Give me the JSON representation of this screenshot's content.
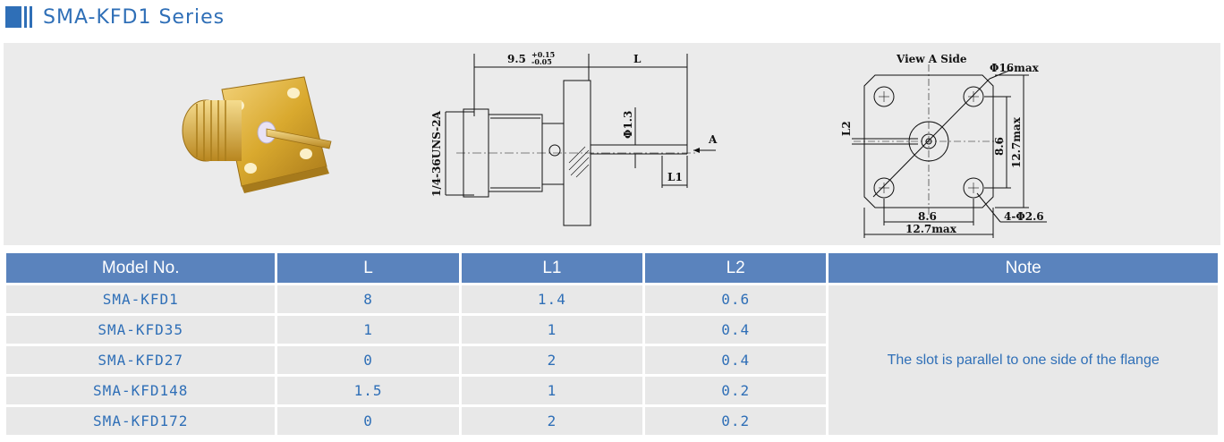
{
  "header": {
    "title": "SMA-KFD1 Series"
  },
  "drawing_side": {
    "dim_top_left": "9.5",
    "tol_plus": "+0.15",
    "tol_minus": "-0.05",
    "dim_top_right": "L",
    "thread": "1/4-36UNS-2A",
    "pin_dia": "Φ1.3",
    "arrow_label": "A",
    "dim_l1": "L1"
  },
  "drawing_view": {
    "title": "View A Side",
    "dia_max": "Φ16max",
    "dim_l2": "L2",
    "v_inner": "8.6",
    "v_outer": "12.7max",
    "h_inner": "8.6",
    "h_outer": "12.7max",
    "holes": "4-Φ2.6"
  },
  "table": {
    "headers": [
      "Model No.",
      "L",
      "L1",
      "L2",
      "Note"
    ],
    "rows": [
      [
        "SMA-KFD1",
        "8",
        "1.4",
        "0.6"
      ],
      [
        "SMA-KFD35",
        "1",
        "1",
        "0.4"
      ],
      [
        "SMA-KFD27",
        "0",
        "2",
        "0.4"
      ],
      [
        "SMA-KFD148",
        "1.5",
        "1",
        "0.2"
      ],
      [
        "SMA-KFD172",
        "0",
        "2",
        "0.2"
      ]
    ],
    "note": "The slot is parallel to one side of the flange"
  },
  "colors": {
    "brand": "#2f6fb7",
    "header_bg": "#5a83bd",
    "cell_bg": "#e8e8e8",
    "band_bg": "#ebebeb",
    "gold": "#d9a92e"
  }
}
